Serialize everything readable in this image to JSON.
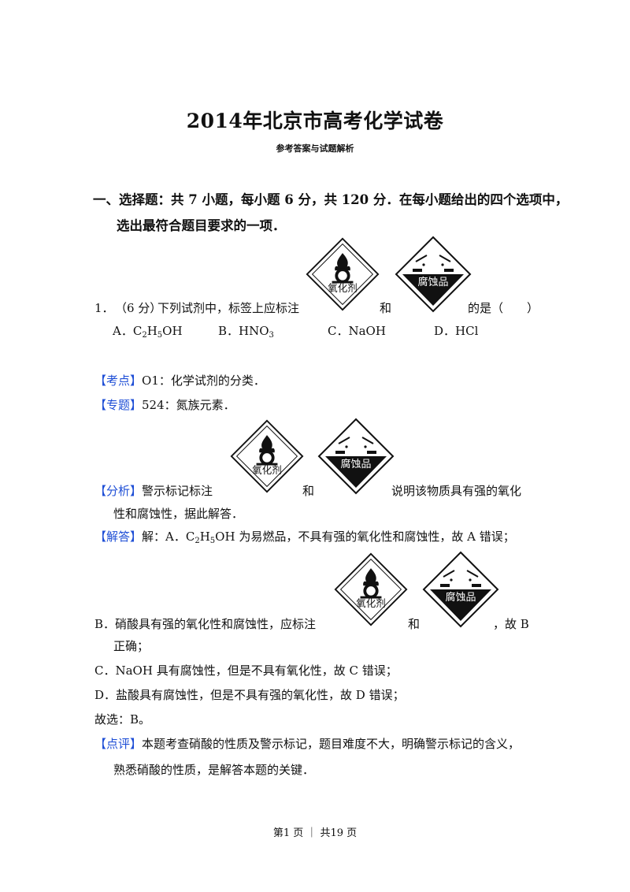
{
  "title": "2014年北京市高考化学试卷",
  "subtitle": "参考答案与试题解析",
  "section": {
    "line1": "一、选择题：共 7 小题，每小题 6 分，共 120 分．在每小题给出的四个选项中，",
    "line2": "选出最符合题目要求的一项．"
  },
  "question": {
    "number": "1．",
    "points": "（6 分）",
    "stem_a": "下列试剂中，标签上应标注",
    "and": "和",
    "stem_b": "的是（　　）",
    "options": {
      "A": {
        "label": "A．",
        "p1": "C",
        "s1": "2",
        "p2": "H",
        "s2": "5",
        "p3": "OH"
      },
      "B": {
        "label": "B．",
        "p1": "HNO",
        "s1": "3"
      },
      "C": {
        "label": "C．",
        "p1": "NaOH"
      },
      "D": {
        "label": "D．",
        "p1": "HCl"
      }
    }
  },
  "signs": {
    "oxidizer": "氧化剂",
    "corrosive": "腐蚀品"
  },
  "kaodian": {
    "tag": "【考点】",
    "text": "O1：化学试剂的分类．"
  },
  "zhuanti": {
    "tag": "【专题】",
    "text": "524：氮族元素．"
  },
  "fenxi": {
    "tag": "【分析】",
    "text_a": "警示标记标注",
    "and": "和",
    "text_b": "说明该物质具有强的氧化",
    "text_c": "性和腐蚀性，据此解答．"
  },
  "jieda": {
    "tag": "【解答】",
    "prefix": "解：A．C",
    "s1": "2",
    "mid": "H",
    "s2": "5",
    "rest": "OH 为易燃品，不具有强的氧化性和腐蚀性，故 A 错误；"
  },
  "b_line": {
    "a": "B．硝酸具有强的氧化性和腐蚀性，应标注",
    "and": "和",
    "b": "，故 B",
    "c": "正确；"
  },
  "c_line": "C．NaOH 具有腐蚀性，但是不具有氧化性，故 C 错误；",
  "d_line": "D．盐酸具有腐蚀性，但是不具有强的氧化性，故 D 错误；",
  "answer": "故选：B。",
  "dianping": {
    "tag": "【点评】",
    "text_a": "本题考查硝酸的性质及警示标记，题目难度不大，明确警示标记的含义，",
    "text_b": "熟悉硝酸的性质，是解答本题的关键．"
  },
  "footer": "第1 页 ｜ 共19 页"
}
